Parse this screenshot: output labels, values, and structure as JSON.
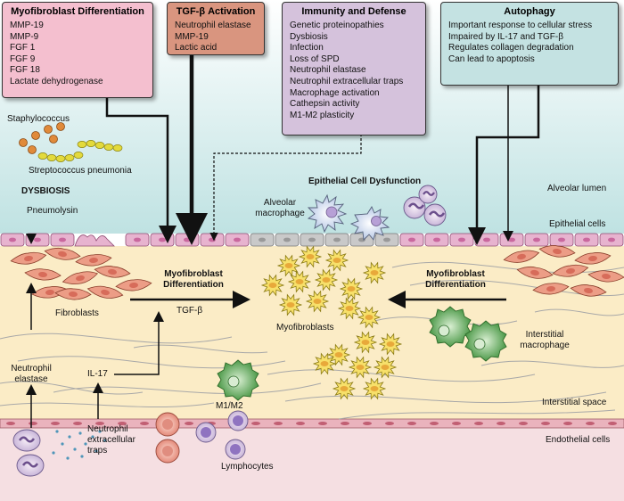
{
  "boxes": {
    "myofibroblast": {
      "title": "Myofibroblast Differentiation",
      "items": [
        "MMP-19",
        "MMP-9",
        "FGF 1",
        "FGF 9",
        "FGF 18",
        "Lactate dehydrogenase"
      ],
      "color": "#f4bfcf"
    },
    "tgf": {
      "title": "TGF-β Activation",
      "items": [
        "Neutrophil elastase",
        "MMP-19",
        "Lactic acid"
      ],
      "color": "#d9957f"
    },
    "immunity": {
      "title": "Immunity and Defense",
      "items": [
        "Genetic proteinopathies",
        "Dysbiosis",
        "Infection",
        "Loss of SPD",
        "Neutrophil elastase",
        "Neutrophil extracellular traps",
        "Macrophage activation",
        "Cathepsin activity",
        "M1-M2 plasticity"
      ],
      "color": "#d5c2dc"
    },
    "autophagy": {
      "title": "Autophagy",
      "items": [
        "Important response to cellular stress",
        "Impaired by IL-17 and TGF-β",
        "Regulates collagen degradation",
        "Can lead to apoptosis"
      ],
      "color": "#c4e2e2"
    }
  },
  "labels": {
    "staph": "Staphylococcus",
    "strep": "Streptococcus pneumonia",
    "dysbiosis": "DYSBIOSIS",
    "pneumolysin": "Pneumolysin",
    "epithelial_dysfunction": "Epithelial Cell Dysfunction",
    "alveolar_macrophage_1": "Alveolar",
    "alveolar_macrophage_2": "macrophage",
    "alveolar_lumen": "Alveolar lumen",
    "epithelial_cells": "Epithelial cells",
    "myo_diff_center_1": "Myofibroblast",
    "myo_diff_center_2": "Differentiation",
    "myo_diff_right_1": "Myofibroblast",
    "myo_diff_right_2": "Differentiation",
    "fibroblasts": "Fibroblasts",
    "tgf_beta": "TGF-β",
    "myofibroblasts": "Myofibroblasts",
    "interstitial_macrophage_1": "Interstitial",
    "interstitial_macrophage_2": "macrophage",
    "neutrophil_elastase_1": "Neutrophil",
    "neutrophil_elastase_2": "elastase",
    "il17": "IL-17",
    "m1m2": "M1/M2",
    "interstitial_space": "Interstitial space",
    "endothelial_cells": "Endothelial cells",
    "net_1": "Neutrophil",
    "net_2": "extracellular",
    "net_3": "traps",
    "lymphocytes": "Lymphocytes"
  },
  "colors": {
    "lumen_top": "#ffffff",
    "lumen_bottom": "#bfe2e2",
    "interstitium": "#fbecc6",
    "endothelium": "#f5d9dc",
    "epithelial_cell": "#e7b3cf",
    "myofibroblast": "#f7e06a",
    "fibroblast": "#ec9d86",
    "macrophage_green": "#6fae68",
    "staph": "#e08a3a",
    "strep": "#e3da3c"
  }
}
